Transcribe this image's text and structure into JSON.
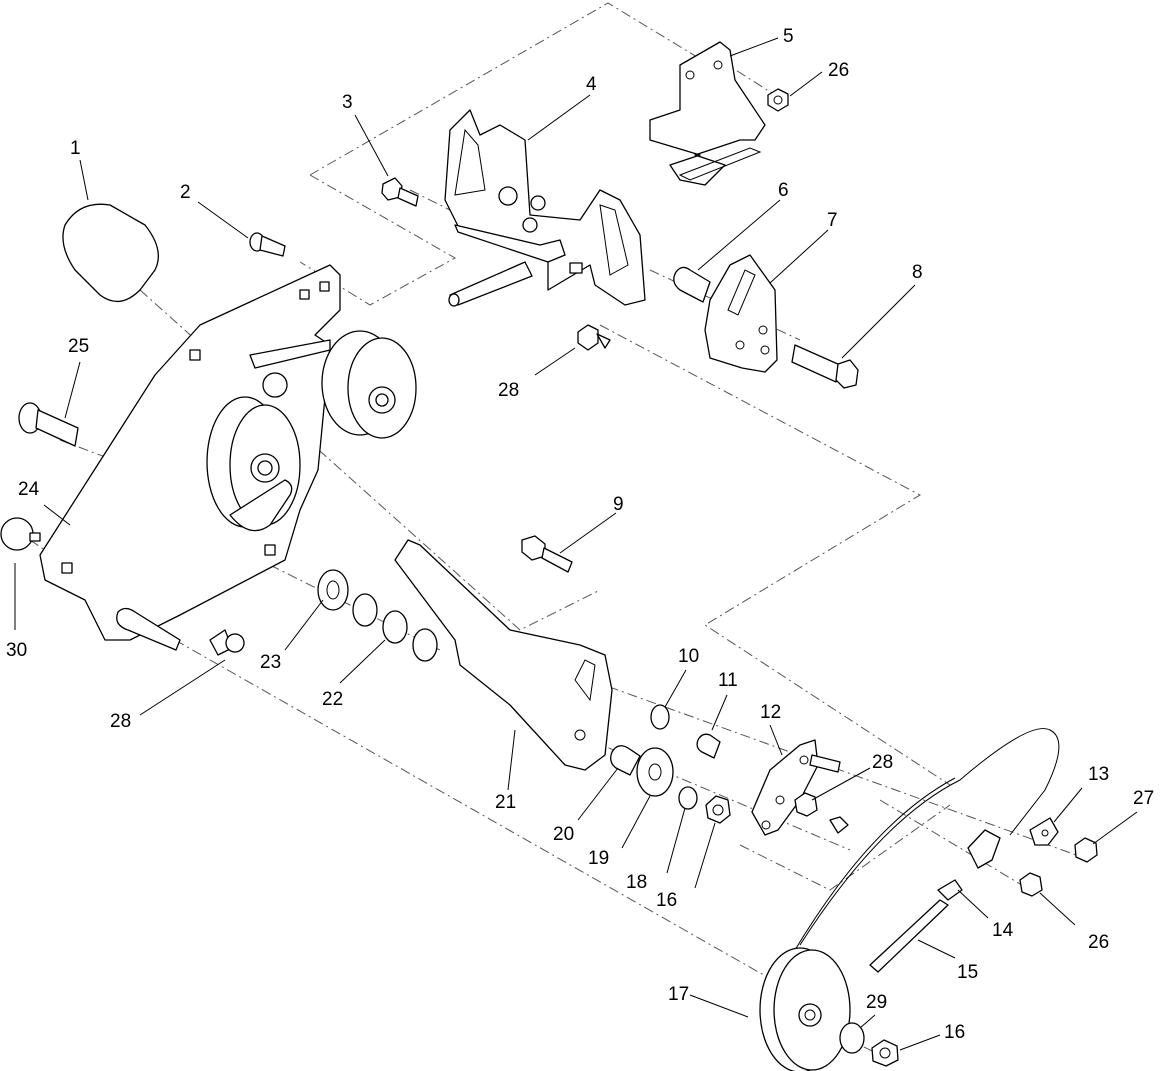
{
  "callouts": [
    {
      "id": "c1",
      "text": "1"
    },
    {
      "id": "c2",
      "text": "2"
    },
    {
      "id": "c3",
      "text": "3"
    },
    {
      "id": "c4",
      "text": "4"
    },
    {
      "id": "c5",
      "text": "5"
    },
    {
      "id": "c26a",
      "text": "26"
    },
    {
      "id": "c6",
      "text": "6"
    },
    {
      "id": "c7",
      "text": "7"
    },
    {
      "id": "c8",
      "text": "8"
    },
    {
      "id": "c25",
      "text": "25"
    },
    {
      "id": "c28a",
      "text": "28"
    },
    {
      "id": "c24",
      "text": "24"
    },
    {
      "id": "c9",
      "text": "9"
    },
    {
      "id": "c30",
      "text": "30"
    },
    {
      "id": "c23",
      "text": "23"
    },
    {
      "id": "c22",
      "text": "22"
    },
    {
      "id": "c28b",
      "text": "28"
    },
    {
      "id": "c10",
      "text": "10"
    },
    {
      "id": "c11",
      "text": "11"
    },
    {
      "id": "c12",
      "text": "12"
    },
    {
      "id": "c28c",
      "text": "28"
    },
    {
      "id": "c13",
      "text": "13"
    },
    {
      "id": "c27",
      "text": "27"
    },
    {
      "id": "c21",
      "text": "21"
    },
    {
      "id": "c20",
      "text": "20"
    },
    {
      "id": "c19",
      "text": "19"
    },
    {
      "id": "c18",
      "text": "18"
    },
    {
      "id": "c16a",
      "text": "16"
    },
    {
      "id": "c14",
      "text": "14"
    },
    {
      "id": "c26b",
      "text": "26"
    },
    {
      "id": "c15",
      "text": "15"
    },
    {
      "id": "c17",
      "text": "17"
    },
    {
      "id": "c29",
      "text": "29"
    },
    {
      "id": "c16b",
      "text": "16"
    }
  ]
}
